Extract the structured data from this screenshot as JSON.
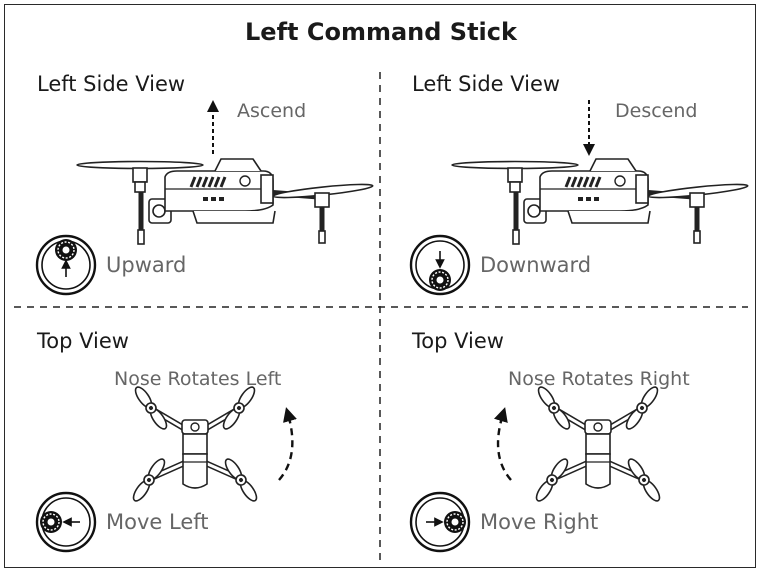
{
  "title": "Left Command Stick",
  "panels": [
    {
      "view": "Left Side View",
      "motion": "Ascend",
      "stick": "Upward"
    },
    {
      "view": "Left Side View",
      "motion": "Descend",
      "stick": "Downward"
    },
    {
      "view": "Top View",
      "motion": "Nose Rotates Left",
      "stick": "Move Left"
    },
    {
      "view": "Top View",
      "motion": "Nose Rotates Right",
      "stick": "Move Right"
    }
  ]
}
